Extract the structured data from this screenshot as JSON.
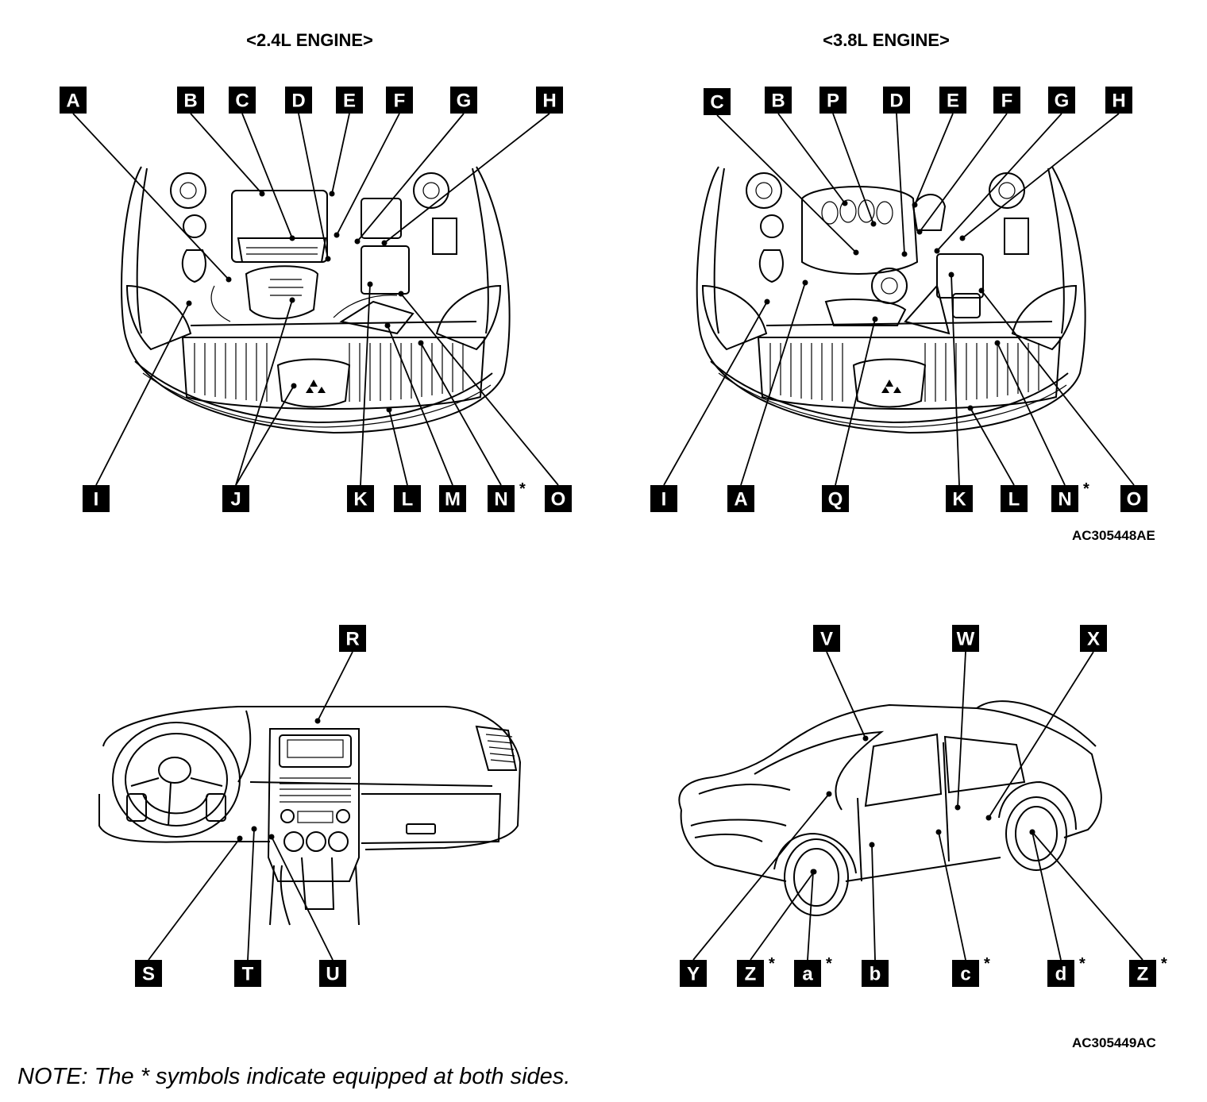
{
  "titles": {
    "engine_24": "<2.4L ENGINE>",
    "engine_38": "<3.8L ENGINE>"
  },
  "references": {
    "engine": "AC305448AE",
    "body": "AC305449AC"
  },
  "note": "NOTE: The * symbols indicate equipped at both sides.",
  "panels": {
    "engine_24": {
      "callouts": [
        {
          "label": "A"
        },
        {
          "label": "B"
        },
        {
          "label": "C"
        },
        {
          "label": "D"
        },
        {
          "label": "E"
        },
        {
          "label": "F"
        },
        {
          "label": "G"
        },
        {
          "label": "H"
        },
        {
          "label": "I"
        },
        {
          "label": "J"
        },
        {
          "label": "K"
        },
        {
          "label": "L"
        },
        {
          "label": "M"
        },
        {
          "label": "N",
          "asterisk": true
        },
        {
          "label": "O"
        }
      ]
    },
    "engine_38": {
      "callouts": [
        {
          "label": "C"
        },
        {
          "label": "B"
        },
        {
          "label": "P"
        },
        {
          "label": "D"
        },
        {
          "label": "E"
        },
        {
          "label": "F"
        },
        {
          "label": "G"
        },
        {
          "label": "H"
        },
        {
          "label": "I"
        },
        {
          "label": "A"
        },
        {
          "label": "Q"
        },
        {
          "label": "K"
        },
        {
          "label": "L"
        },
        {
          "label": "N",
          "asterisk": true
        },
        {
          "label": "O"
        }
      ]
    },
    "dashboard": {
      "callouts": [
        {
          "label": "R"
        },
        {
          "label": "S"
        },
        {
          "label": "T"
        },
        {
          "label": "U"
        }
      ]
    },
    "vehicle": {
      "callouts": [
        {
          "label": "V"
        },
        {
          "label": "W"
        },
        {
          "label": "X"
        },
        {
          "label": "Y"
        },
        {
          "label": "Z",
          "asterisk": true
        },
        {
          "label": "a",
          "asterisk": true
        },
        {
          "label": "b"
        },
        {
          "label": "c",
          "asterisk": true
        },
        {
          "label": "d",
          "asterisk": true
        },
        {
          "label": "Z",
          "asterisk": true
        }
      ]
    }
  }
}
